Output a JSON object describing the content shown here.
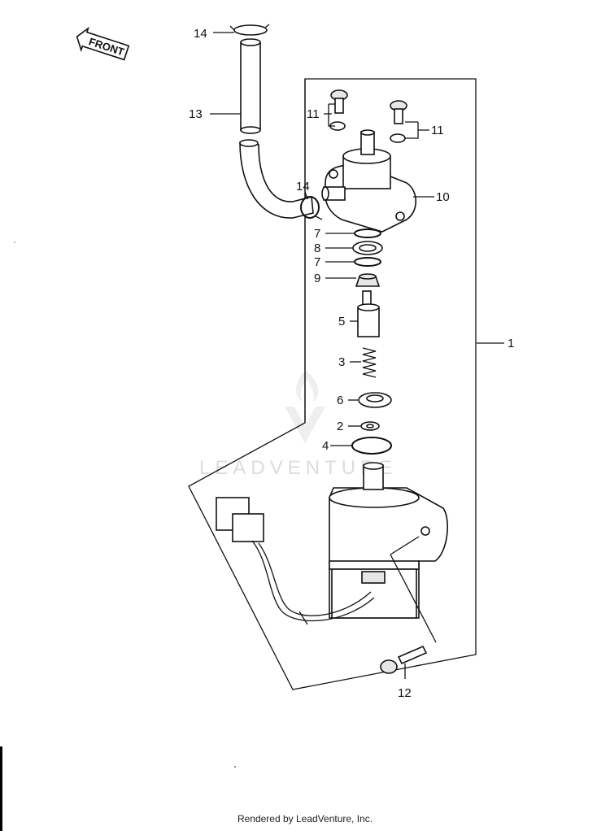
{
  "orientation_label": "FRONT",
  "watermark": "LEADVENTURE",
  "footer": "Rendered by LeadVenture, Inc.",
  "callouts": {
    "c14a": "14",
    "c13": "13",
    "c11a": "11",
    "c11b": "11",
    "c14b": "14",
    "c10": "10",
    "c7a": "7",
    "c8": "8",
    "c7b": "7",
    "c9": "9",
    "c5": "5",
    "c1": "1",
    "c3": "3",
    "c6": "6",
    "c2": "2",
    "c4": "4",
    "c12": "12"
  }
}
